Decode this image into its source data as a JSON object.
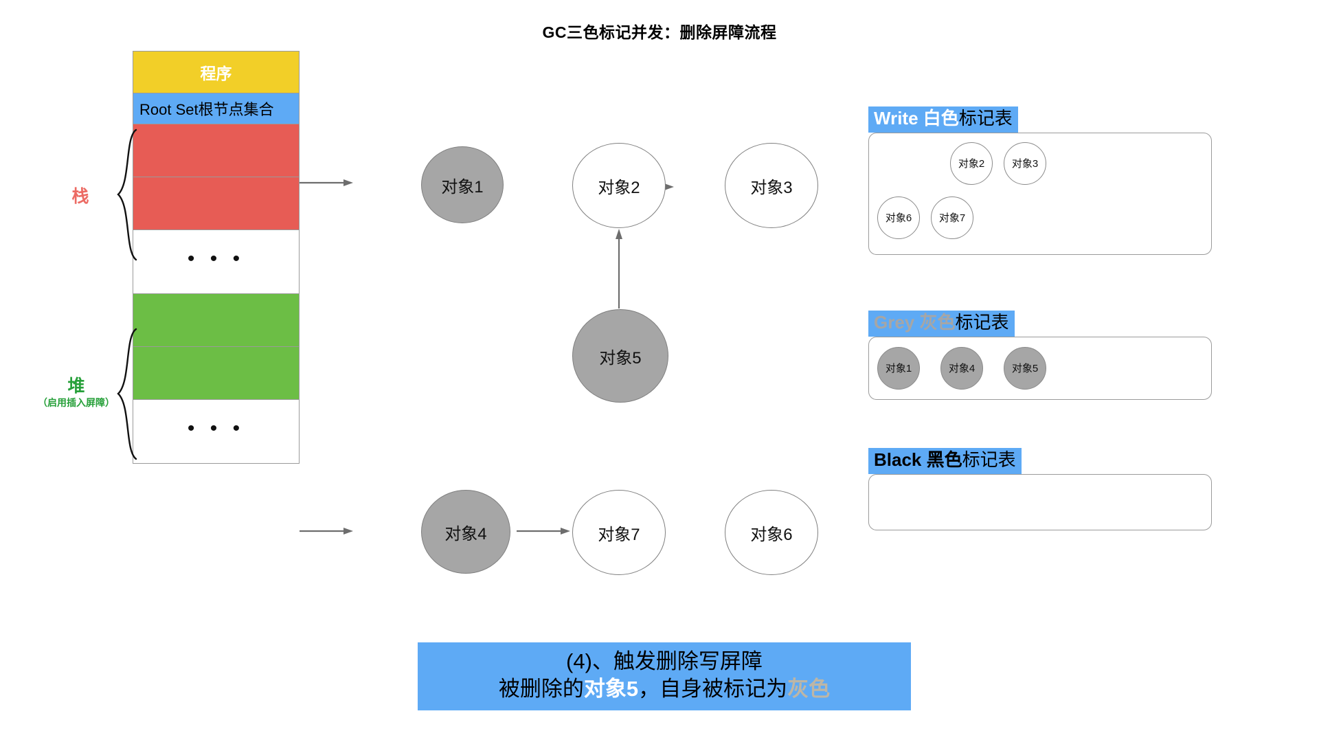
{
  "title": "GC三色标记并发：删除屏障流程",
  "memory": {
    "program_label": "程序",
    "root_set_label": "Root Set根节点集合",
    "dots": "• • •",
    "stack_label": "栈",
    "heap_label": "堆",
    "heap_sublabel": "（启用插入屏障）",
    "rows": [
      {
        "type": "program",
        "label": "程序",
        "color": "#F2CF28"
      },
      {
        "type": "rootset",
        "label": "Root Set根节点集合",
        "color": "#5EAAF5"
      },
      {
        "type": "red",
        "label": "",
        "color": "#E75C55"
      },
      {
        "type": "red",
        "label": "",
        "color": "#E75C55"
      },
      {
        "type": "blank",
        "label": "• • •",
        "color": "#FFFFFF"
      },
      {
        "type": "green",
        "label": "",
        "color": "#6CBE45"
      },
      {
        "type": "green",
        "label": "",
        "color": "#6CBE45"
      },
      {
        "type": "blank",
        "label": "• • •",
        "color": "#FFFFFF"
      }
    ]
  },
  "graph": {
    "nodes": [
      {
        "id": "obj1",
        "label": "对象1",
        "color": "grey"
      },
      {
        "id": "obj2",
        "label": "对象2",
        "color": "white"
      },
      {
        "id": "obj3",
        "label": "对象3",
        "color": "white"
      },
      {
        "id": "obj5",
        "label": "对象5",
        "color": "grey"
      },
      {
        "id": "obj4",
        "label": "对象4",
        "color": "grey"
      },
      {
        "id": "obj7",
        "label": "对象7",
        "color": "white"
      },
      {
        "id": "obj6",
        "label": "对象6",
        "color": "white"
      }
    ],
    "edges": [
      {
        "from": "rootset-stack",
        "to": "obj1"
      },
      {
        "from": "obj2",
        "to": "obj3"
      },
      {
        "from": "obj5",
        "to": "obj2"
      },
      {
        "from": "rootset-heap",
        "to": "obj4"
      },
      {
        "from": "obj4",
        "to": "obj7"
      }
    ]
  },
  "tables": {
    "white": {
      "header_en": "Write",
      "header_color_cn": "白色",
      "header_tail": "标记表",
      "items": [
        "对象2",
        "对象3",
        "对象6",
        "对象7"
      ]
    },
    "grey": {
      "header_en": "Grey",
      "header_color_cn": "灰色",
      "header_tail": "标记表",
      "items": [
        "对象1",
        "对象4",
        "对象5"
      ]
    },
    "black": {
      "header_en": "Black",
      "header_color_cn": "黑色",
      "header_tail": "标记表",
      "items": []
    }
  },
  "caption": {
    "line1": "(4)、触发删除写屏障",
    "line2_pre": "被删除的",
    "line2_strong": "对象5",
    "line2_mid": "，自身被标记为",
    "line2_grey": "灰色"
  },
  "colors": {
    "accent_blue": "#5EAAF5",
    "program_yellow": "#F2CF28",
    "stack_red": "#E75C55",
    "heap_green": "#6CBE45",
    "node_grey": "#A6A6A6"
  }
}
